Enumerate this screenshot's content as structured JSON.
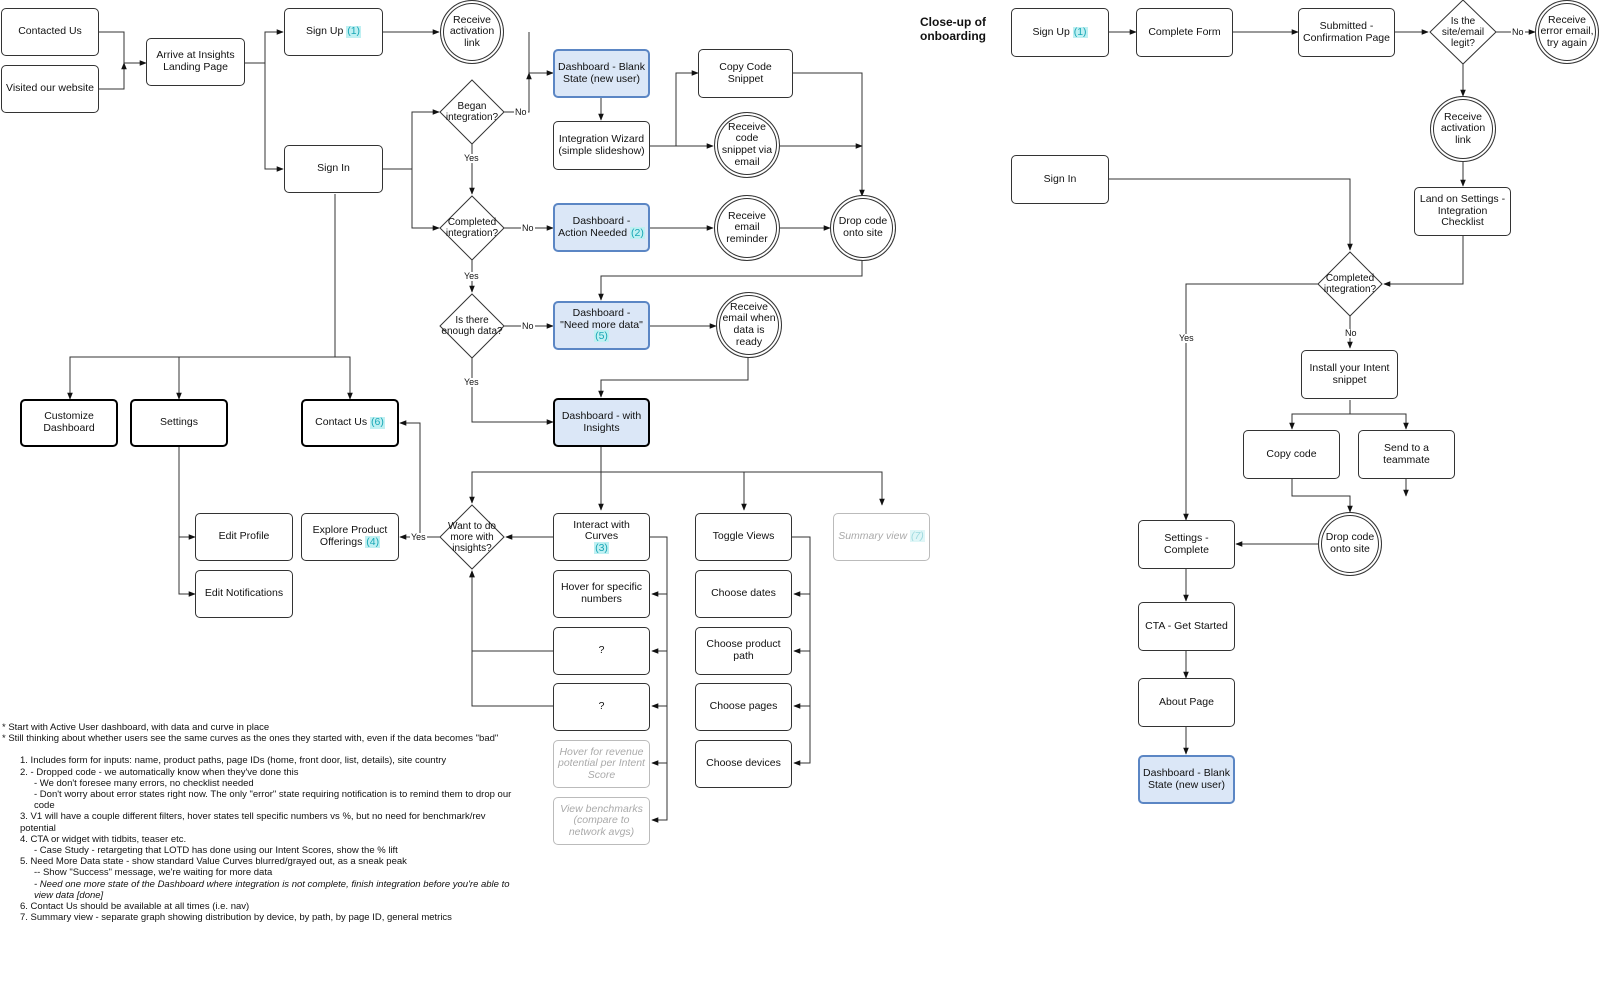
{
  "main": {
    "contacted_us": "Contacted Us",
    "visited_website": "Visited our website",
    "arrive_landing": "Arrive at Insights Landing Page",
    "sign_up": "Sign Up",
    "sign_up_ref": "(1)",
    "sign_in": "Sign In",
    "receive_activation": "Receive activation link",
    "began_integration": "Began integration?",
    "completed_integration": "Completed integration?",
    "enough_data": "Is there enough data?",
    "want_more": "Want to do more with insights?",
    "dash_blank": "Dashboard - Blank State (new user)",
    "integration_wizard": "Integration Wizard (simple slideshow)",
    "copy_code_snippet": "Copy Code Snippet",
    "receive_code_email": "Receive code snippet via email",
    "dash_action": "Dashboard - Action Needed",
    "dash_action_ref": "(2)",
    "receive_email_reminder": "Receive email reminder",
    "drop_code": "Drop code onto site",
    "dash_need_data": "Dashboard - \"Need more data\"",
    "dash_need_data_ref": "(5)",
    "receive_email_ready": "Receive email when data is ready",
    "dash_insights": "Dashboard - with Insights",
    "customize_dashboard": "Customize Dashboard",
    "settings": "Settings",
    "contact_us": "Contact Us",
    "contact_us_ref": "(6)",
    "edit_profile": "Edit Profile",
    "edit_notifications": "Edit Notifications",
    "explore_offerings": "Explore Product Offerings",
    "explore_ref": "(4)",
    "interact_curves": "Interact with Curves",
    "interact_ref": "(3)",
    "hover_numbers": "Hover for specific numbers",
    "unknown_1": "?",
    "unknown_2": "?",
    "hover_revenue": "Hover for revenue potential per Intent Score",
    "view_benchmarks": "View benchmarks (compare to network avgs)",
    "toggle_views": "Toggle Views",
    "choose_dates": "Choose dates",
    "choose_product_path": "Choose product path",
    "choose_pages": "Choose pages",
    "choose_devices": "Choose devices",
    "summary_view": "Summary view",
    "summary_ref": "(7)"
  },
  "onboarding": {
    "heading": "Close-up of onboarding",
    "sign_up": "Sign Up",
    "sign_up_ref": "(1)",
    "complete_form": "Complete Form",
    "submitted": "Submitted - Confirmation Page",
    "legit": "Is the site/email legit?",
    "receive_error": "Receive error email, try again",
    "receive_activation": "Receive activation link",
    "land_settings": "Land on Settings - Integration Checklist",
    "sign_in": "Sign In",
    "completed_integration": "Completed integration?",
    "install_snippet": "Install your Intent snippet",
    "copy_code": "Copy code",
    "send_teammate": "Send to a teammate",
    "drop_code": "Drop code onto site",
    "settings_complete": "Settings - Complete",
    "cta": "CTA - Get Started",
    "about": "About Page",
    "dash_blank": "Dashboard - Blank State (new user)"
  },
  "edge_labels": {
    "no": "No",
    "yes": "Yes"
  },
  "notes": {
    "line1": "* Start with Active User dashboard, with data and curve in place",
    "line2": "* Still thinking about whether users see the same curves as the ones they started with, even if the data becomes \"bad\"",
    "n1": "1. Includes form for inputs: name, product paths, page IDs (home, front door, list, details), site country",
    "n2": "2.  - Dropped code - we automatically know when they've done this",
    "n2a": "- We don't foresee many errors, no checklist needed",
    "n2b": "- Don't worry about error states right now. The only \"error\" state requiring notification is to remind them to drop our code",
    "n3": "3. V1 will have a couple different filters, hover states tell specific numbers vs %, but no need for benchmark/rev potential",
    "n4": "4. CTA or widget with tidbits, teaser etc.",
    "n4a": "- Case Study - retargeting that LOTD has done using our Intent Scores, show the % lift",
    "n5": "5. Need More Data state - show standard Value Curves blurred/grayed out, as a sneak peak",
    "n5a": "-- Show \"Success\" message, we're waiting for more data",
    "n5b": "- Need one more state of the Dashboard where integration is not complete, finish integration before you're able to view data [done]",
    "n6": "6. Contact Us should be available at all times (i.e. nav)",
    "n7": "7. Summary view - separate graph showing distribution by device, by path, by page ID, general metrics"
  }
}
